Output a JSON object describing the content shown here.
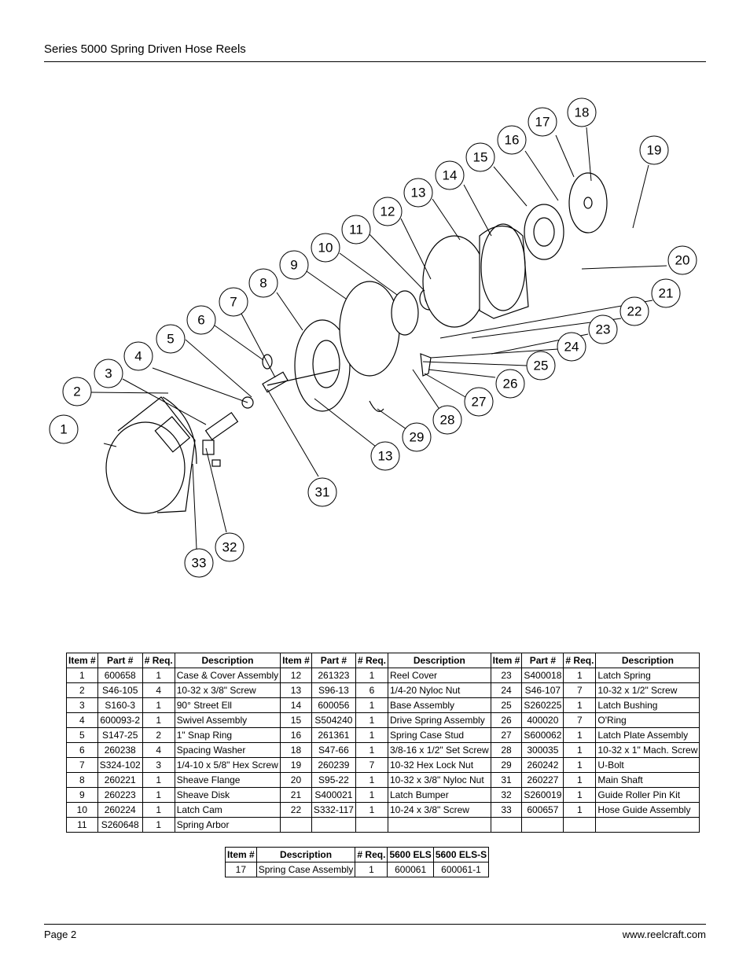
{
  "header": {
    "title": "Series 5000 Spring Driven Hose Reels"
  },
  "diagram": {
    "callouts": [
      "1",
      "2",
      "3",
      "4",
      "5",
      "6",
      "7",
      "8",
      "9",
      "10",
      "11",
      "12",
      "13",
      "14",
      "15",
      "16",
      "17",
      "18",
      "19",
      "20",
      "21",
      "22",
      "23",
      "24",
      "25",
      "26",
      "27",
      "28",
      "29",
      "13",
      "31",
      "32",
      "33"
    ]
  },
  "parts_table": {
    "headers": [
      "Item #",
      "Part #",
      "# Req.",
      "Description",
      "Item #",
      "Part #",
      "# Req.",
      "Description",
      "Item #",
      "Part #",
      "# Req.",
      "Description"
    ],
    "rows": [
      [
        "1",
        "600658",
        "1",
        "Case  & Cover Assembly",
        "12",
        "261323",
        "1",
        "Reel Cover",
        "23",
        "S400018",
        "1",
        "Latch Spring"
      ],
      [
        "2",
        "S46-105",
        "4",
        "10-32 x 3/8\" Screw",
        "13",
        "S96-13",
        "6",
        "1/4-20 Nyloc Nut",
        "24",
        "S46-107",
        "7",
        "10-32 x 1/2\" Screw"
      ],
      [
        "3",
        "S160-3",
        "1",
        "90° Street Ell",
        "14",
        "600056",
        "1",
        "Base Assembly",
        "25",
        "S260225",
        "1",
        "Latch Bushing"
      ],
      [
        "4",
        "600093-2",
        "1",
        "Swivel Assembly",
        "15",
        "S504240",
        "1",
        "Drive Spring Assembly",
        "26",
        "400020",
        "7",
        "O'Ring"
      ],
      [
        "5",
        "S147-25",
        "2",
        "1\" Snap Ring",
        "16",
        "261361",
        "1",
        "Spring Case Stud",
        "27",
        "S600062",
        "1",
        "Latch Plate Assembly"
      ],
      [
        "6",
        "260238",
        "4",
        "Spacing Washer",
        "18",
        "S47-66",
        "1",
        "3/8-16 x 1/2\" Set Screw",
        "28",
        "300035",
        "1",
        "10-32 x 1\" Mach. Screw"
      ],
      [
        "7",
        "S324-102",
        "3",
        "1/4-10 x 5/8\" Hex Screw",
        "19",
        "260239",
        "7",
        "10-32 Hex Lock Nut",
        "29",
        "260242",
        "1",
        "U-Bolt"
      ],
      [
        "8",
        "260221",
        "1",
        "Sheave Flange",
        "20",
        "S95-22",
        "1",
        "10-32 x 3/8\" Nyloc Nut",
        "31",
        "260227",
        "1",
        "Main Shaft"
      ],
      [
        "9",
        "260223",
        "1",
        "Sheave Disk",
        "21",
        "S400021",
        "1",
        "Latch Bumper",
        "32",
        "S260019",
        "1",
        "Guide Roller Pin Kit"
      ],
      [
        "10",
        "260224",
        "1",
        "Latch Cam",
        "22",
        "S332-117",
        "1",
        "10-24 x 3/8\"  Screw",
        "33",
        "600657",
        "1",
        "Hose Guide Assembly"
      ],
      [
        "11",
        "S260648",
        "1",
        "Spring Arbor",
        "",
        "",
        "",
        "",
        "",
        "",
        "",
        ""
      ]
    ]
  },
  "spring_table": {
    "headers": [
      "Item #",
      "Description",
      "# Req.",
      "5600 ELS",
      "5600 ELS-S"
    ],
    "rows": [
      [
        "17",
        "Spring Case Assembly",
        "1",
        "600061",
        "600061-1"
      ]
    ]
  },
  "footer": {
    "page": "Page 2",
    "website": "www.reelcraft.com"
  }
}
